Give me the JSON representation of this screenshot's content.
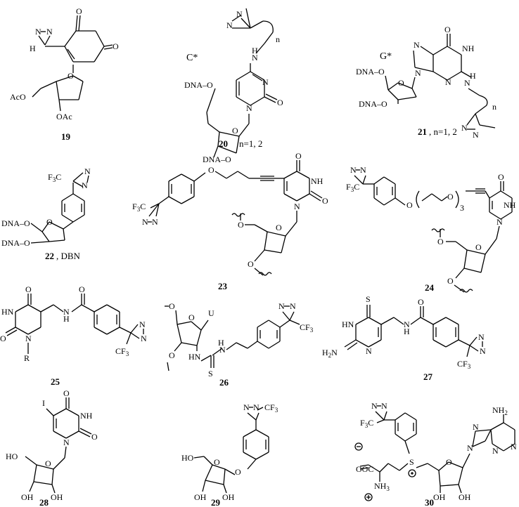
{
  "compounds": [
    {
      "id": "19",
      "number": "19",
      "caption": ""
    },
    {
      "id": "20",
      "number": "20",
      "caption": "n=1, 2",
      "tag": "C*"
    },
    {
      "id": "21",
      "number": "21",
      "caption": ", n=1, 2",
      "tag": "G*"
    },
    {
      "id": "22",
      "number": "22",
      "caption": ", DBN"
    },
    {
      "id": "23",
      "number": "23",
      "caption": ""
    },
    {
      "id": "24",
      "number": "24",
      "caption": ""
    },
    {
      "id": "25",
      "number": "25",
      "caption": ""
    },
    {
      "id": "26",
      "number": "26",
      "caption": ""
    },
    {
      "id": "27",
      "number": "27",
      "caption": ""
    },
    {
      "id": "28",
      "number": "28",
      "caption": ""
    },
    {
      "id": "29",
      "number": "29",
      "caption": ""
    },
    {
      "id": "30",
      "number": "30",
      "caption": ""
    }
  ],
  "atom_labels": {
    "N": "N",
    "H": "H",
    "O": "O",
    "NH": "NH",
    "OAc": "OAc",
    "AcO": "AcO",
    "DNA_O": "DNA–O",
    "O_DNA": "DNA–O",
    "F3C": "F3C",
    "CF3": "CF3",
    "n": "n",
    "R": "R",
    "S": "S",
    "U": "U",
    "I": "I",
    "HO": "HO",
    "OH": "OH",
    "NH2": "NH2",
    "H2N": "H2N",
    "OOC": "OOC",
    "NH3": "NH3",
    "three": "3"
  }
}
